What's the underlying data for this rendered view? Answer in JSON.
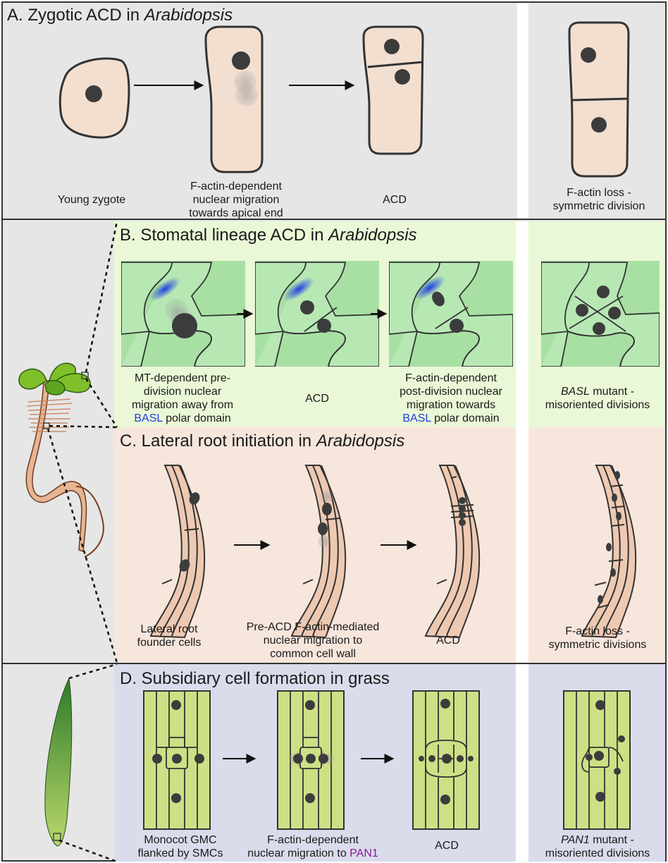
{
  "panels": {
    "a": {
      "title_prefix": "A. Zygotic ACD in ",
      "title_italic": "Arabidopsis"
    },
    "b": {
      "title_prefix": "B. Stomatal lineage ACD in ",
      "title_italic": "Arabidopsis"
    },
    "c": {
      "title_prefix": "C. Lateral root initiation in ",
      "title_italic": "Arabidopsis"
    },
    "d": {
      "title_prefix": "D. Subsidiary cell formation in grass",
      "title_italic": ""
    }
  },
  "captions": {
    "a1": [
      "Young zygote"
    ],
    "a2": [
      "F-actin-dependent",
      "nuclear migration",
      "towards apical end"
    ],
    "a3": [
      "ACD"
    ],
    "a4": [
      "F-actin loss -",
      "symmetric division"
    ],
    "b1_l1": "MT-dependent pre-",
    "b1_l2": "division nuclear",
    "b1_l3": "migration away from",
    "b1_l4_blue": "BASL",
    "b1_l4_rest": " polar domain",
    "b2": [
      "ACD"
    ],
    "b3_l1": "F-actin-dependent",
    "b3_l2": "post-division nuclear",
    "b3_l3": "migration towards",
    "b3_l4_blue": "BASL",
    "b3_l4_rest": " polar domain",
    "b4_l1_italic": "BASL",
    "b4_l1_rest": " mutant -",
    "b4_l2": "misoriented divisions",
    "c1": [
      "Lateral root",
      "founder cells"
    ],
    "c2": [
      "Pre-ACD F-actin-mediated",
      "nuclear migration to",
      "common cell wall"
    ],
    "c3": [
      "ACD"
    ],
    "c4": [
      "F-actin loss -",
      "symmetric divisions"
    ],
    "d1": [
      "Monocot GMC",
      "flanked by SMCs"
    ],
    "d2_l1": "F-actin-dependent",
    "d2_l2": "nuclear migration to ",
    "d2_l2_purple": "PAN1",
    "d3": [
      "ACD"
    ],
    "d4_l1_italic": "PAN1",
    "d4_l1_rest": " mutant -",
    "d4_l2": "misoriented divisions"
  },
  "colors": {
    "panel_a_bg": "#e6e6e6",
    "panel_b_bg": "#eaf8d7",
    "panel_c_bg": "#f7e6dc",
    "panel_d_bg": "#dadcec",
    "cell_zygote": "#f3dfd0",
    "cell_stomatal": "#b7e8b4",
    "cell_root": "#eec9b2",
    "cell_grass": "#cde085",
    "basl": "#1f3de0",
    "pan1": "#8b1a8e",
    "nucleus": "#3c3c3c"
  }
}
